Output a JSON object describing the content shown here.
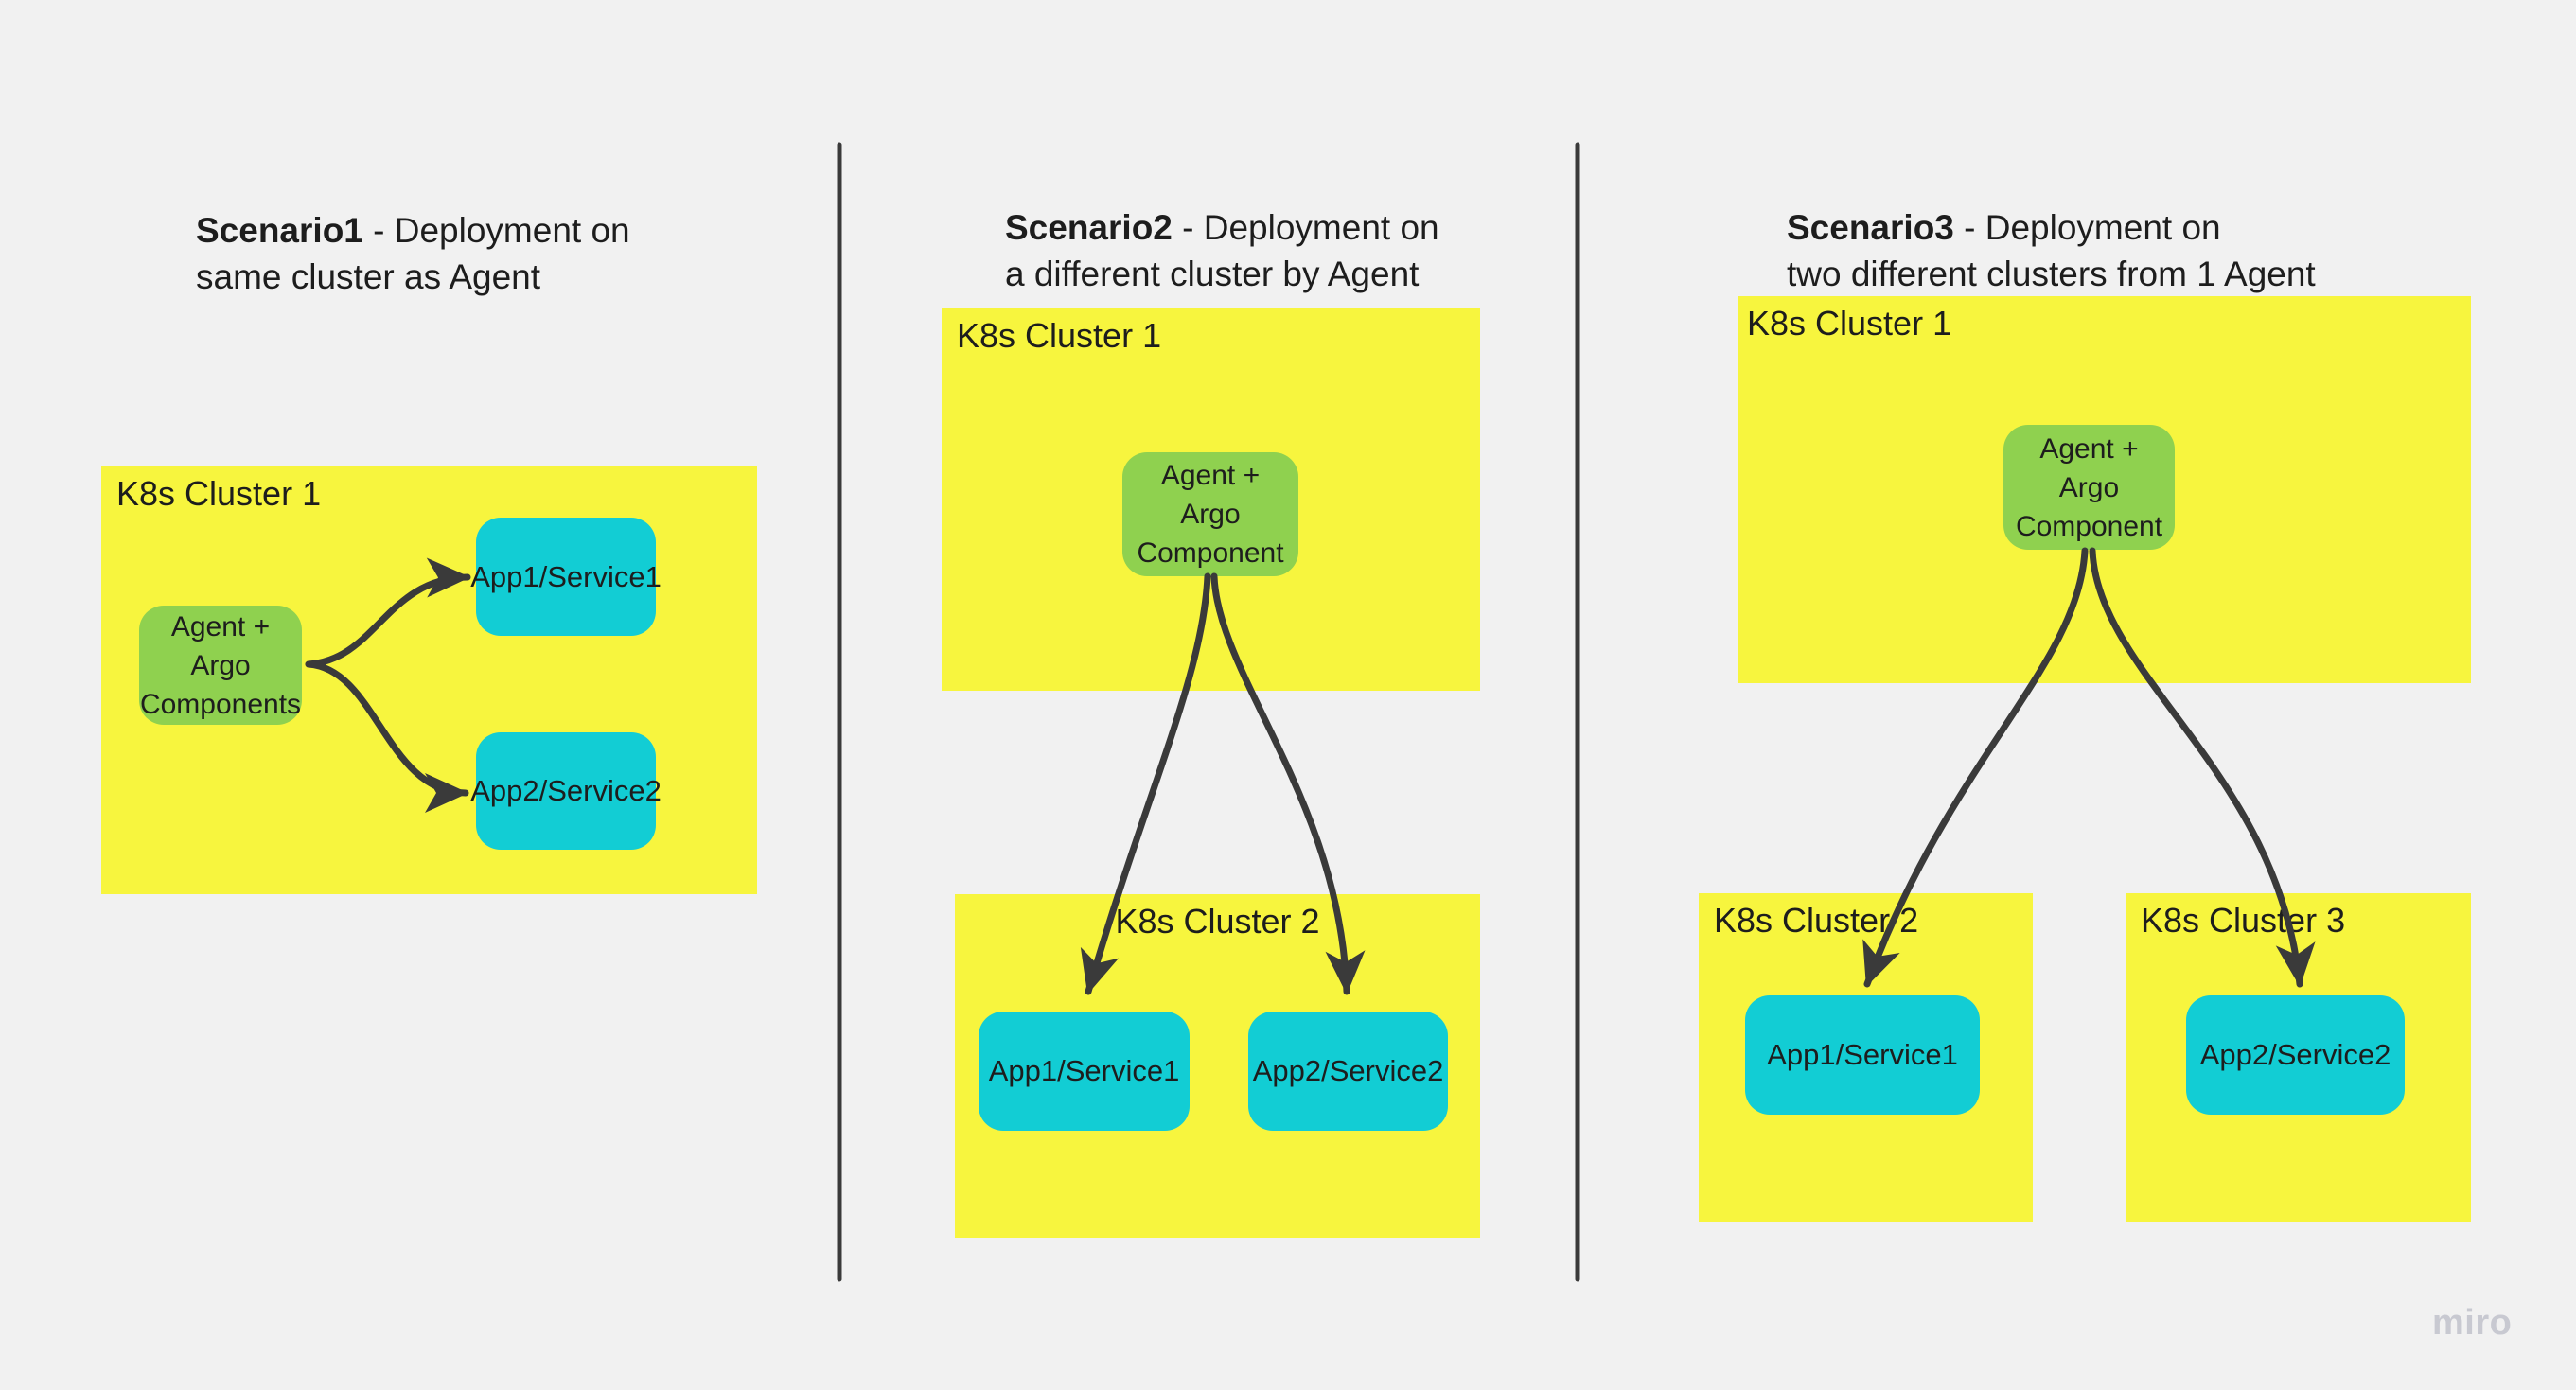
{
  "background": "#F1F1F1",
  "palette": {
    "cluster_fill": "#F7F53E",
    "agent_fill": "#8FD14F",
    "app_fill": "#12CDD4",
    "connector": "#3A3A3A",
    "text": "#1D1D1D",
    "watermark": "#C8C9D1"
  },
  "watermark": {
    "label": "miro"
  },
  "scenario1": {
    "title_bold": "Scenario1",
    "title_rest": " - Deployment on\nsame cluster as Agent",
    "cluster1": {
      "label": "K8s Cluster 1"
    },
    "agent": {
      "label": "Agent + Argo\nComponents"
    },
    "app1": {
      "label": "App1/Service1"
    },
    "app2": {
      "label": "App2/Service2"
    }
  },
  "scenario2": {
    "title_bold": "Scenario2",
    "title_rest": " - Deployment on\na different cluster by Agent",
    "cluster1": {
      "label": "K8s Cluster 1"
    },
    "agent": {
      "label": "Agent +\nArgo\nComponent"
    },
    "cluster2": {
      "label": "K8s Cluster 2"
    },
    "app1": {
      "label": "App1/Service1"
    },
    "app2": {
      "label": "App2/Service2"
    }
  },
  "scenario3": {
    "title_bold": "Scenario3",
    "title_rest": " - Deployment on\ntwo different clusters from 1 Agent",
    "cluster1": {
      "label": "K8s Cluster 1"
    },
    "agent": {
      "label": "Agent +\nArgo\nComponent"
    },
    "cluster2": {
      "label": "K8s Cluster 2"
    },
    "cluster3": {
      "label": "K8s Cluster 3"
    },
    "app1": {
      "label": "App1/Service1"
    },
    "app2": {
      "label": "App2/Service2"
    }
  }
}
